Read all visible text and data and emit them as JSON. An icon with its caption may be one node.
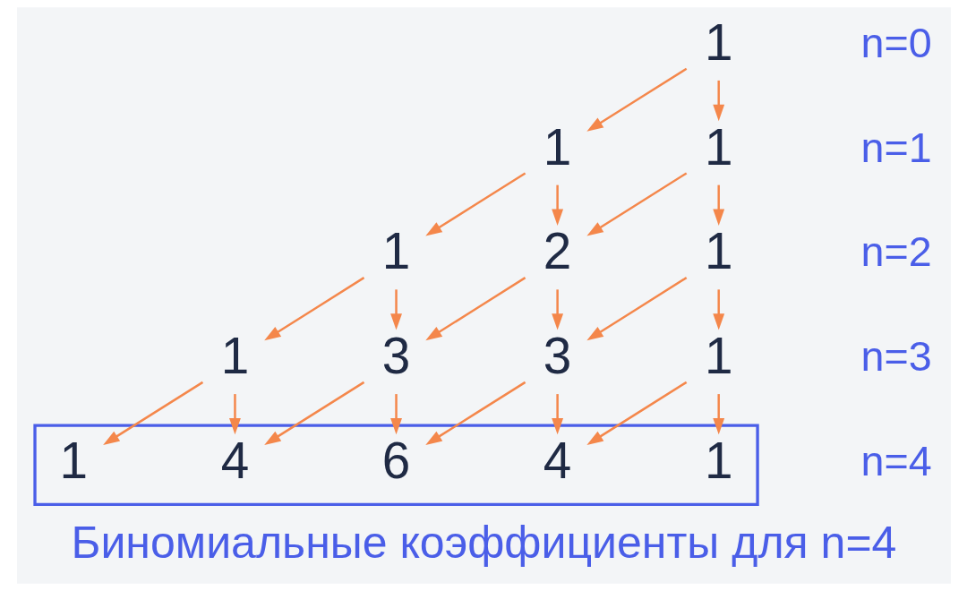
{
  "diagram": {
    "caption": "Биномиальные коэффициенты для n=4",
    "nodes": [
      {
        "text": [
          "1"
        ]
      },
      {
        "text": [
          "1"
        ]
      },
      {
        "text": [
          "1"
        ]
      },
      {
        "text": [
          "1"
        ]
      },
      {
        "text": [
          "2"
        ]
      },
      {
        "text": [
          "1"
        ]
      },
      {
        "text": [
          "1"
        ]
      },
      {
        "text": [
          "3"
        ]
      },
      {
        "text": [
          "3"
        ]
      },
      {
        "text": [
          "1"
        ]
      },
      {
        "text": [],
        "shape": "box"
      },
      {
        "text": [
          "1"
        ],
        "in": 10
      },
      {
        "text": [
          "4"
        ],
        "in": 10
      },
      {
        "text": [
          "6"
        ],
        "in": 10
      },
      {
        "text": [
          "4"
        ],
        "in": 10
      },
      {
        "text": [
          "1"
        ],
        "in": 10
      }
    ],
    "edges": [
      {
        "from": 0,
        "to": 1,
        "arrow": "to"
      },
      {
        "from": 0,
        "to": 2,
        "arrow": "to"
      },
      {
        "from": 1,
        "to": 3,
        "arrow": "to"
      },
      {
        "from": 1,
        "to": 4,
        "arrow": "to"
      },
      {
        "from": 2,
        "to": 4,
        "arrow": "to"
      },
      {
        "from": 2,
        "to": 5,
        "arrow": "to"
      },
      {
        "from": 3,
        "to": 6,
        "arrow": "to"
      },
      {
        "from": 3,
        "to": 7,
        "arrow": "to"
      },
      {
        "from": 4,
        "to": 7,
        "arrow": "to"
      },
      {
        "from": 4,
        "to": 8,
        "arrow": "to"
      },
      {
        "from": 5,
        "to": 8,
        "arrow": "to"
      },
      {
        "from": 5,
        "to": 9,
        "arrow": "to"
      },
      {
        "from": 6,
        "to": 11,
        "arrow": "to"
      },
      {
        "from": 6,
        "to": 12,
        "arrow": "to"
      },
      {
        "from": 7,
        "to": 12,
        "arrow": "to"
      },
      {
        "from": 7,
        "to": 13,
        "arrow": "to"
      },
      {
        "from": 8,
        "to": 13,
        "arrow": "to"
      },
      {
        "from": 8,
        "to": 14,
        "arrow": "to"
      },
      {
        "from": 9,
        "to": 14,
        "arrow": "to"
      },
      {
        "from": 9,
        "to": 15,
        "arrow": "to"
      }
    ],
    "labels": [
      "n=0",
      "n=1",
      "n=2",
      "n=3",
      "n=4"
    ]
  }
}
